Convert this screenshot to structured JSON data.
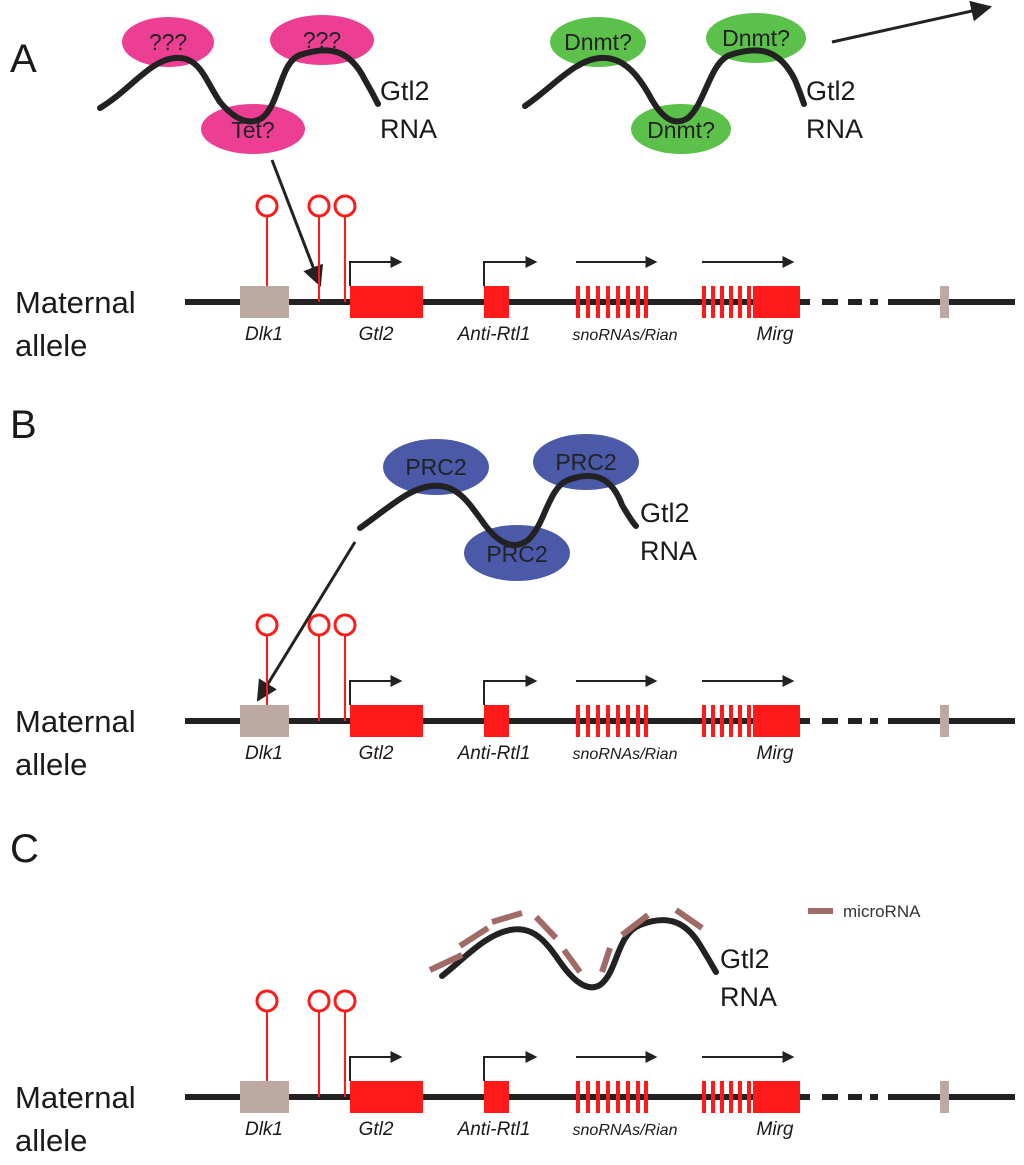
{
  "colors": {
    "red": "#ff1a1a",
    "grey_box": "#bca9a1",
    "pink": "#ec3f93",
    "green": "#5cc14a",
    "blue": "#4a5aa8",
    "microrna": "#a06a66",
    "strand": "#222222"
  },
  "panels": [
    {
      "letter": "A",
      "allele_line1": "Maternal",
      "allele_line2": "allele",
      "genes": [
        "Dlk1",
        "Gtl2",
        "Anti-Rtl1",
        "snoRNAs/Rian",
        "Mirg"
      ],
      "rna_left": {
        "line1": "Gtl2",
        "line2": "RNA",
        "proteins": [
          "???",
          "Tet?",
          "???"
        ]
      },
      "rna_right": {
        "line1": "Gtl2",
        "line2": "RNA",
        "proteins": [
          "Dnmt?",
          "Dnmt?",
          "Dnmt?"
        ]
      }
    },
    {
      "letter": "B",
      "allele_line1": "Maternal",
      "allele_line2": "allele",
      "genes": [
        "Dlk1",
        "Gtl2",
        "Anti-Rtl1",
        "snoRNAs/Rian",
        "Mirg"
      ],
      "rna": {
        "line1": "Gtl2",
        "line2": "RNA",
        "proteins": [
          "PRC2",
          "PRC2",
          "PRC2"
        ]
      }
    },
    {
      "letter": "C",
      "allele_line1": "Maternal",
      "allele_line2": "allele",
      "genes": [
        "Dlk1",
        "Gtl2",
        "Anti-Rtl1",
        "snoRNAs/Rian",
        "Mirg"
      ],
      "rna": {
        "line1": "Gtl2",
        "line2": "RNA"
      },
      "legend": "microRNA"
    }
  ]
}
